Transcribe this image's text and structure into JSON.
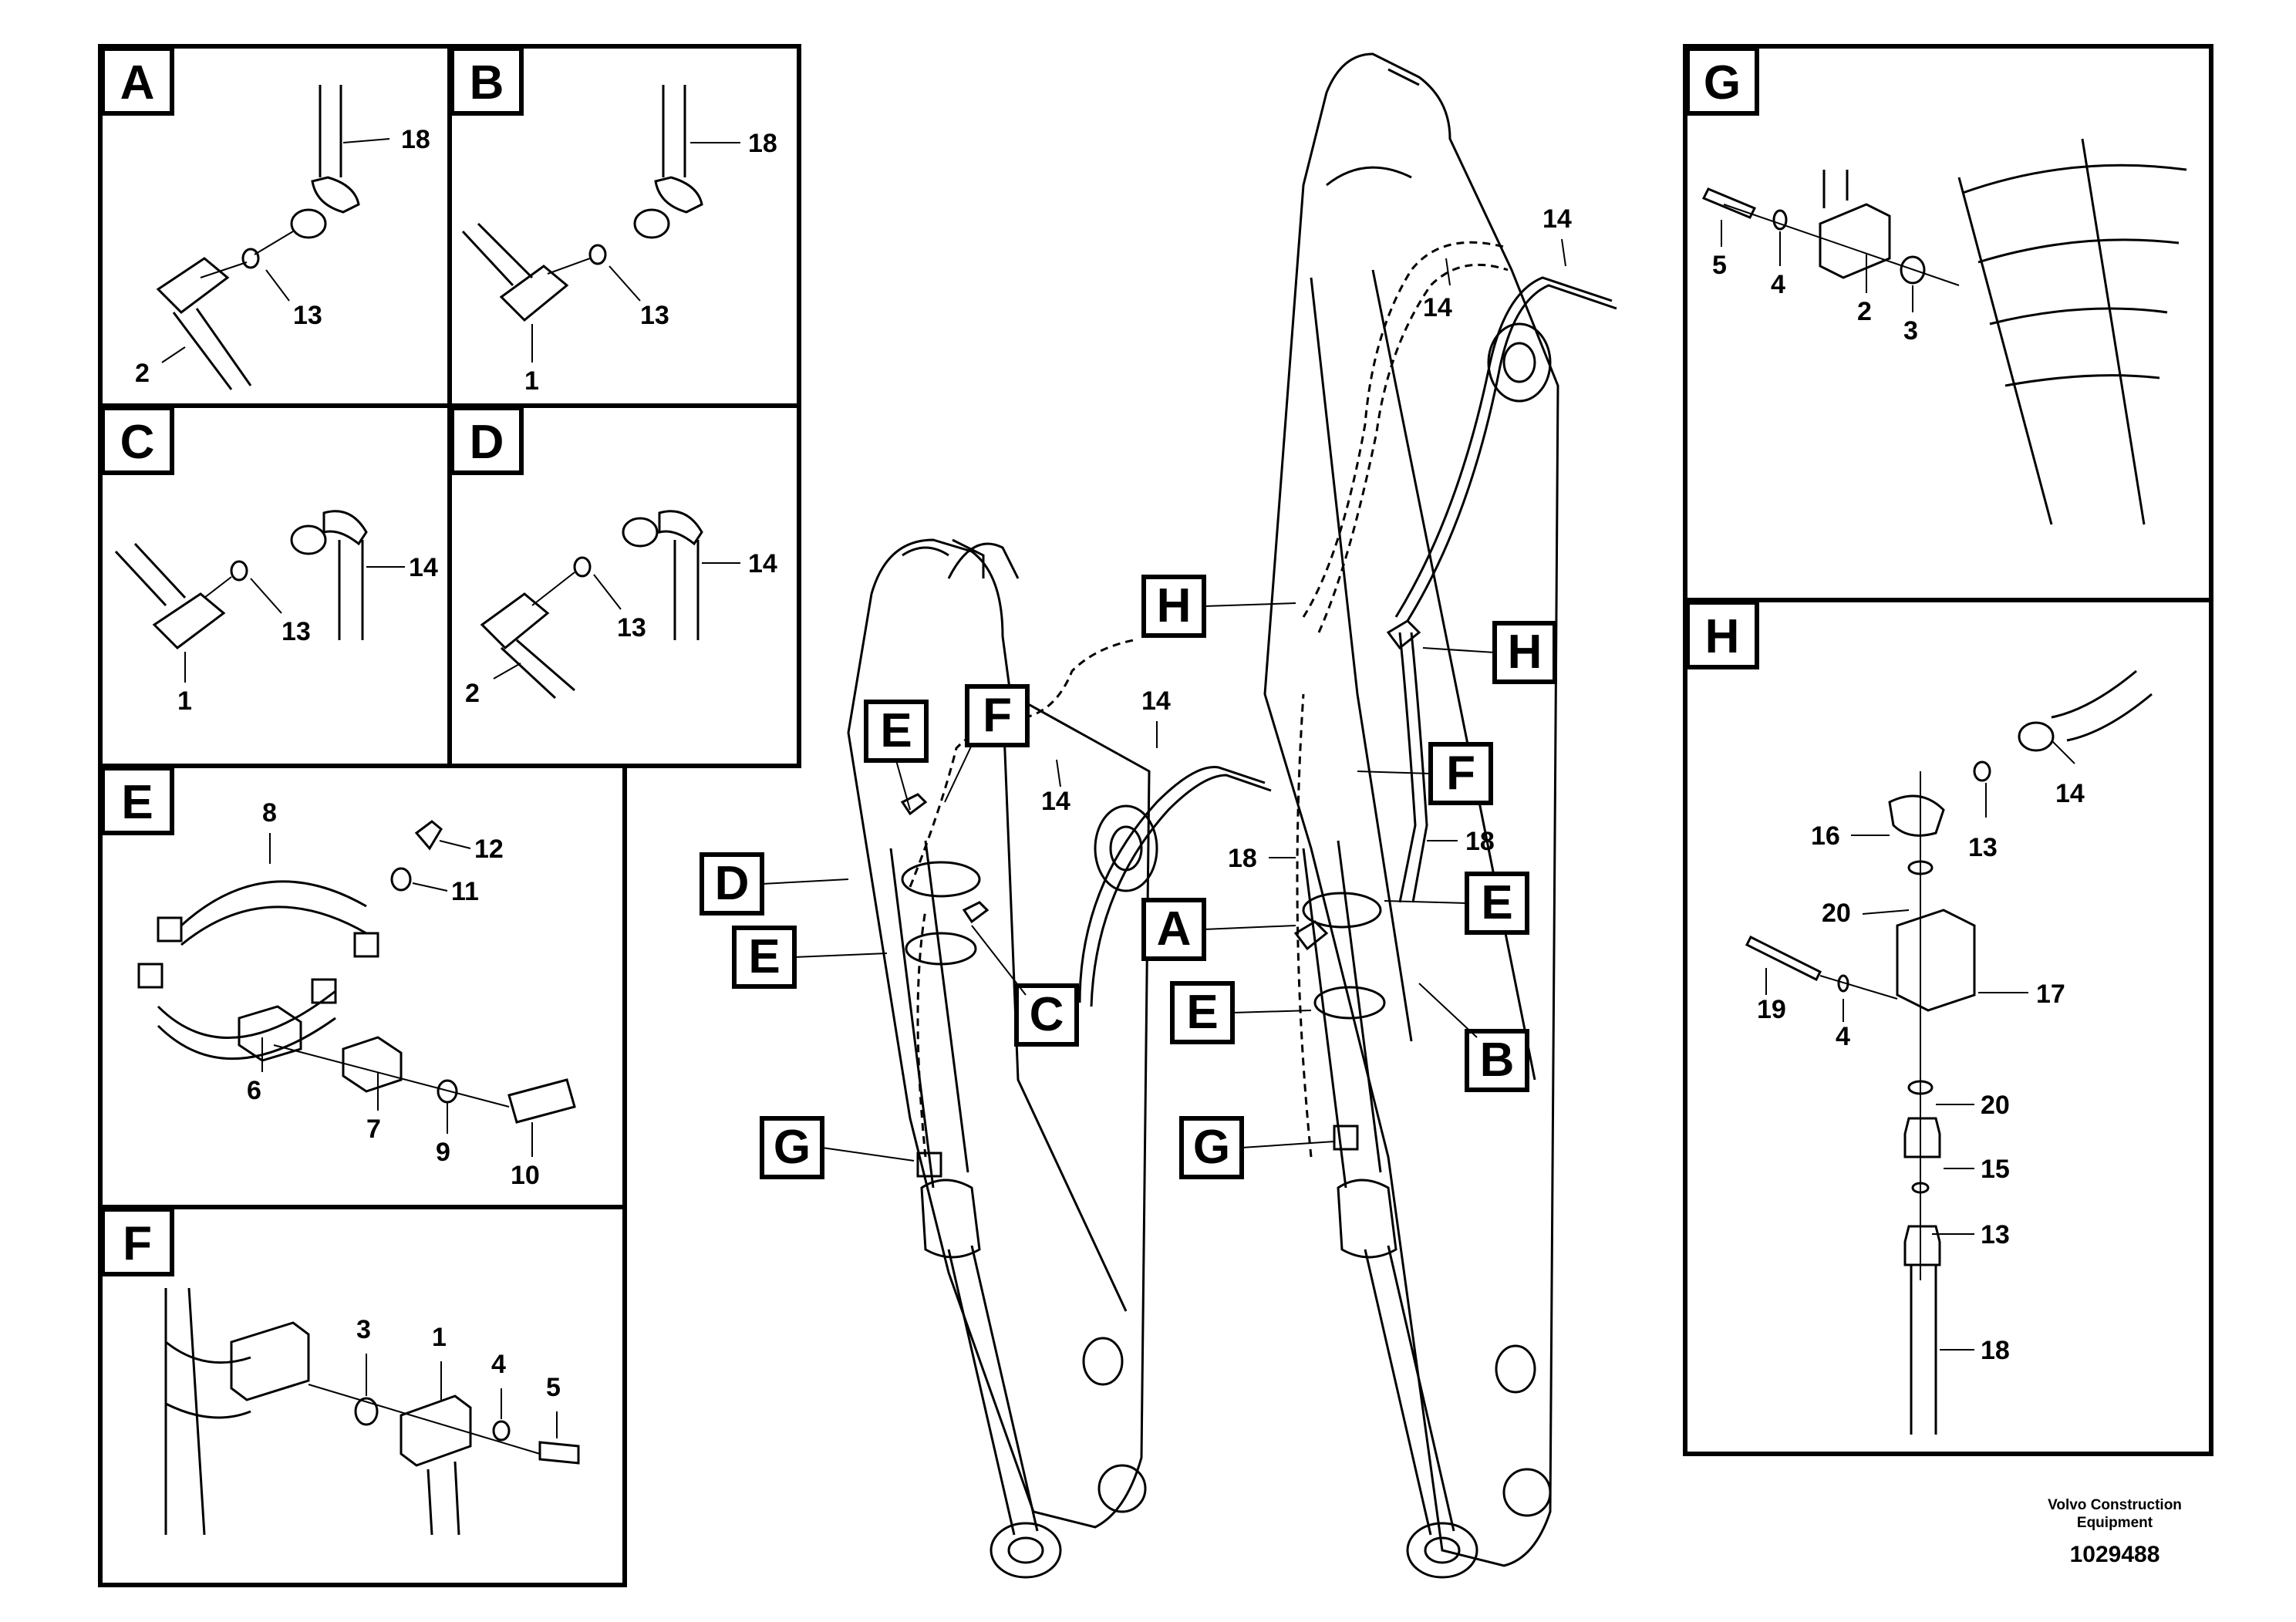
{
  "detail_panels": {
    "A": {
      "title": "A",
      "labels": [
        "18",
        "13",
        "2"
      ]
    },
    "B": {
      "title": "B",
      "labels": [
        "18",
        "13",
        "1"
      ]
    },
    "C": {
      "title": "C",
      "labels": [
        "14",
        "13",
        "1"
      ]
    },
    "D": {
      "title": "D",
      "labels": [
        "14",
        "13",
        "2"
      ]
    },
    "E": {
      "title": "E",
      "labels": [
        "8",
        "12",
        "11",
        "6",
        "7",
        "9",
        "10"
      ]
    },
    "F": {
      "title": "F",
      "labels": [
        "3",
        "1",
        "4",
        "5"
      ]
    },
    "G": {
      "title": "G",
      "labels": [
        "5",
        "4",
        "2",
        "3"
      ]
    },
    "H": {
      "title": "H",
      "labels": [
        "14",
        "16",
        "13",
        "20",
        "17",
        "19",
        "4",
        "20",
        "15",
        "13",
        "18"
      ]
    }
  },
  "main_view": {
    "left_arm": {
      "callouts": [
        "E",
        "F",
        "D",
        "E",
        "C",
        "G"
      ],
      "numbers": [
        "14",
        "14"
      ]
    },
    "right_arm": {
      "callouts": [
        "H",
        "H",
        "F",
        "A",
        "E",
        "E",
        "B",
        "G"
      ],
      "numbers": [
        "14",
        "14",
        "18",
        "18"
      ]
    }
  },
  "footer": {
    "brand_line1": "Volvo Construction",
    "brand_line2": "Equipment",
    "drawing_number": "1029488"
  }
}
